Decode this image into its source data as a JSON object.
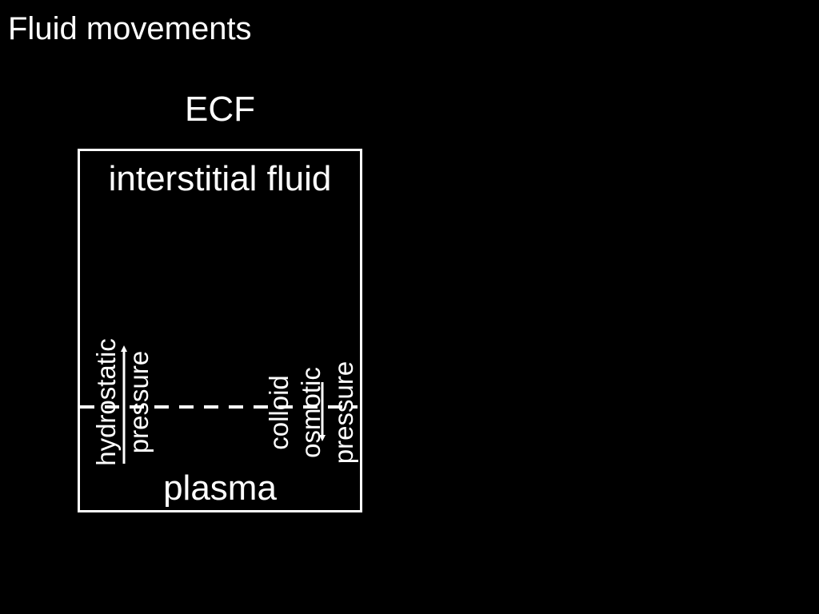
{
  "slide": {
    "title": "Fluid movements"
  },
  "diagram": {
    "ecf_label": "ECF",
    "interstitial_label": "interstitial fluid",
    "plasma_label": "plasma",
    "hydrostatic": {
      "line1": "hydrostatic",
      "line2": "pressure"
    },
    "colloid_osmotic": {
      "line1": "colloid",
      "line2": "osmotic",
      "line3": "pressure"
    },
    "colors": {
      "background": "#000000",
      "foreground": "#ffffff"
    }
  }
}
